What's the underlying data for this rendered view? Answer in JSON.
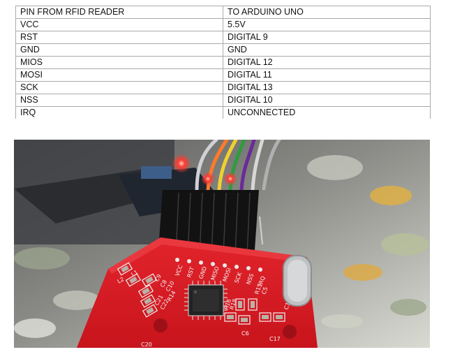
{
  "table": {
    "headers": [
      "PIN FROM RFID READER",
      "TO ARDUINO UNO"
    ],
    "rows": [
      [
        "VCC",
        "5.5V"
      ],
      [
        "RST",
        "DIGITAL 9"
      ],
      [
        "GND",
        "GND"
      ],
      [
        "MIOS",
        "DIGITAL 12"
      ],
      [
        "MOSI",
        "DIGITAL 11"
      ],
      [
        "SCK",
        "DIGITAL 13"
      ],
      [
        "NSS",
        "DIGITAL 10"
      ],
      [
        "IRQ",
        "UNCONNECTED"
      ]
    ]
  },
  "photo": {
    "pin_labels": [
      "VCC",
      "RST",
      "GND",
      "MISO",
      "MOSI",
      "SCK",
      "NSS",
      "IRQ"
    ],
    "component_labels": [
      "L1",
      "L2",
      "C9",
      "C8",
      "C10",
      "C21",
      "C22",
      "R14",
      "R15",
      "R16",
      "R18",
      "C5",
      "C6",
      "C16",
      "C17",
      "C20"
    ],
    "colors": {
      "board": "#d8202a",
      "board_dark": "#9e1018",
      "chip": "#232323",
      "connector": "#121212",
      "led": "#ff3a30"
    }
  }
}
